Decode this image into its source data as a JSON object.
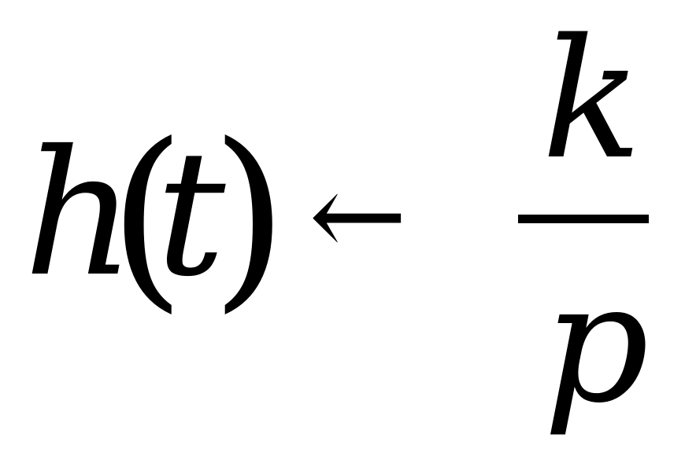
{
  "formula": {
    "function_name": "h",
    "paren_open": "(",
    "variable": "t",
    "paren_close": ")",
    "arrow": "←",
    "numerator": "k",
    "denominator": "p"
  },
  "colors": {
    "ink": "#000000",
    "background": "#ffffff"
  }
}
